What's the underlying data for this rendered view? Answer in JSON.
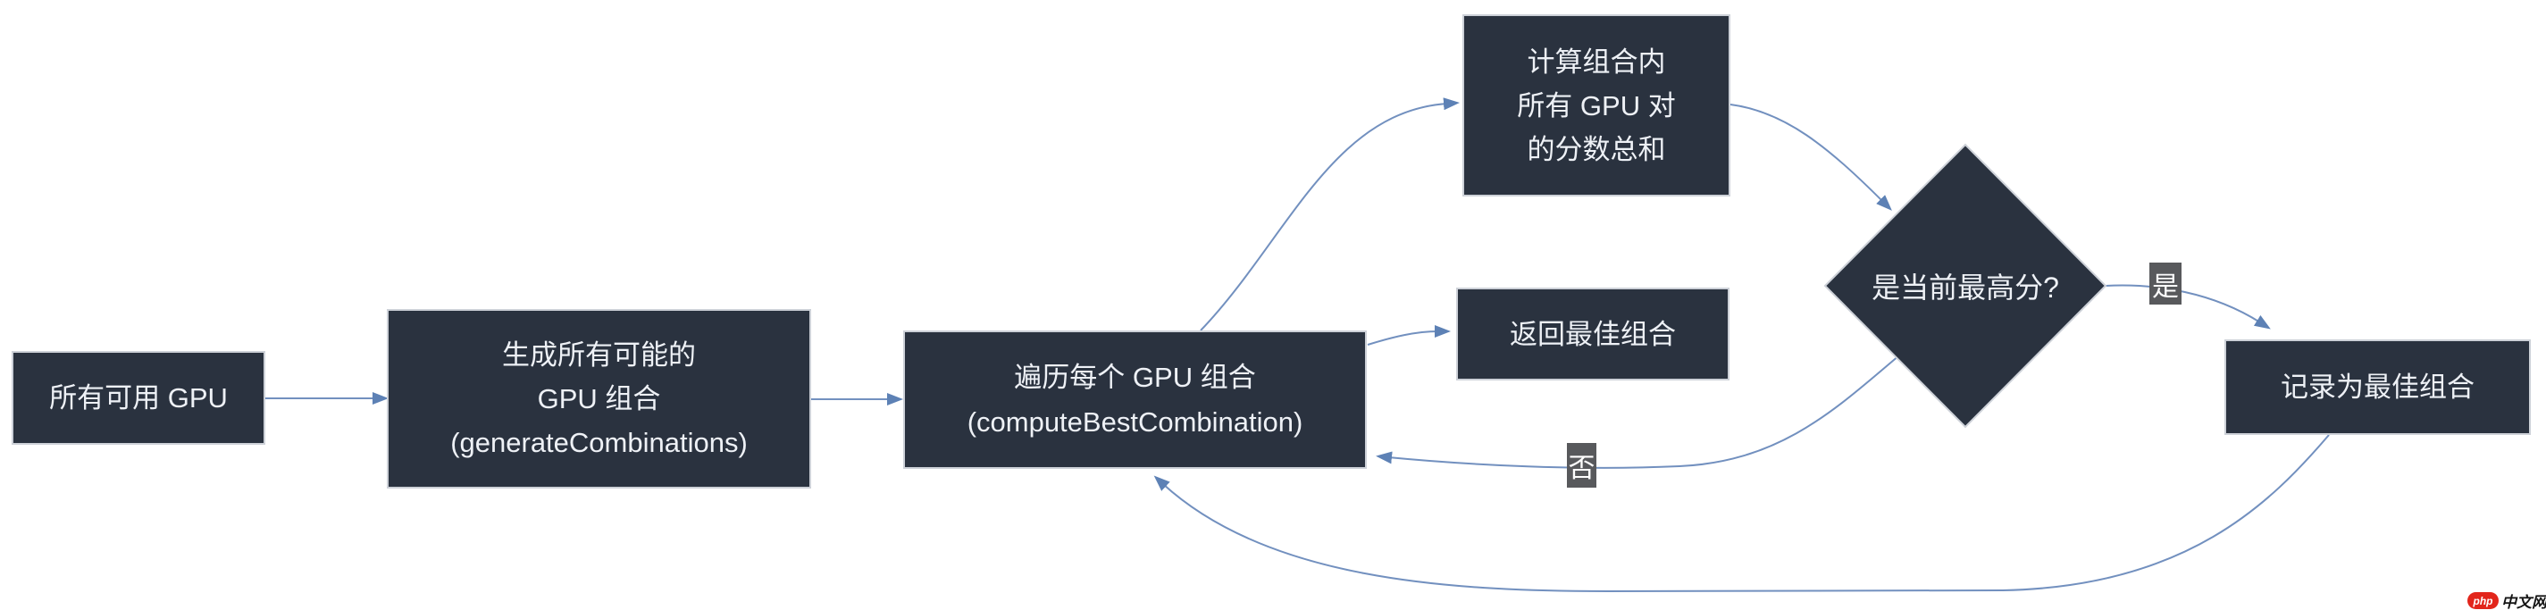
{
  "diagram": {
    "title_hint": "GPU best-combination selection flowchart",
    "nodes": {
      "all_gpus": {
        "label": "所有可用 GPU"
      },
      "generate": {
        "lines": [
          "生成所有可能的",
          "GPU 组合",
          "(generateCombinations)"
        ]
      },
      "iterate": {
        "lines": [
          "遍历每个 GPU 组合",
          "(computeBestCombination)"
        ]
      },
      "compute_score": {
        "lines": [
          "计算组合内",
          "所有 GPU 对",
          "的分数总和"
        ]
      },
      "return_best": {
        "label": "返回最佳组合"
      },
      "decision": {
        "label": "是当前最高分?"
      },
      "record_best": {
        "label": "记录为最佳组合"
      }
    },
    "edge_labels": {
      "yes": "是",
      "no": "否"
    },
    "edges": [
      {
        "from": "all_gpus",
        "to": "generate",
        "label": ""
      },
      {
        "from": "generate",
        "to": "iterate",
        "label": ""
      },
      {
        "from": "iterate",
        "to": "compute_score",
        "label": ""
      },
      {
        "from": "compute_score",
        "to": "decision",
        "label": ""
      },
      {
        "from": "iterate",
        "to": "return_best",
        "label": ""
      },
      {
        "from": "decision",
        "to": "record_best",
        "label": "是"
      },
      {
        "from": "decision",
        "to": "iterate",
        "label": "否"
      },
      {
        "from": "record_best",
        "to": "iterate",
        "label": ""
      }
    ],
    "colors": {
      "background": "#ffffff",
      "node_fill": "#2a323f",
      "node_border": "#cdd1d8",
      "node_text": "#eef1f6",
      "connector": "#7290bf",
      "arrowhead": "#5d81b5",
      "label_badge_bg": "#58595c",
      "label_badge_text": "#ffffff",
      "watermark_red": "#e2251b"
    }
  },
  "watermark": {
    "logo_text": "php",
    "site_text": "中文网"
  }
}
